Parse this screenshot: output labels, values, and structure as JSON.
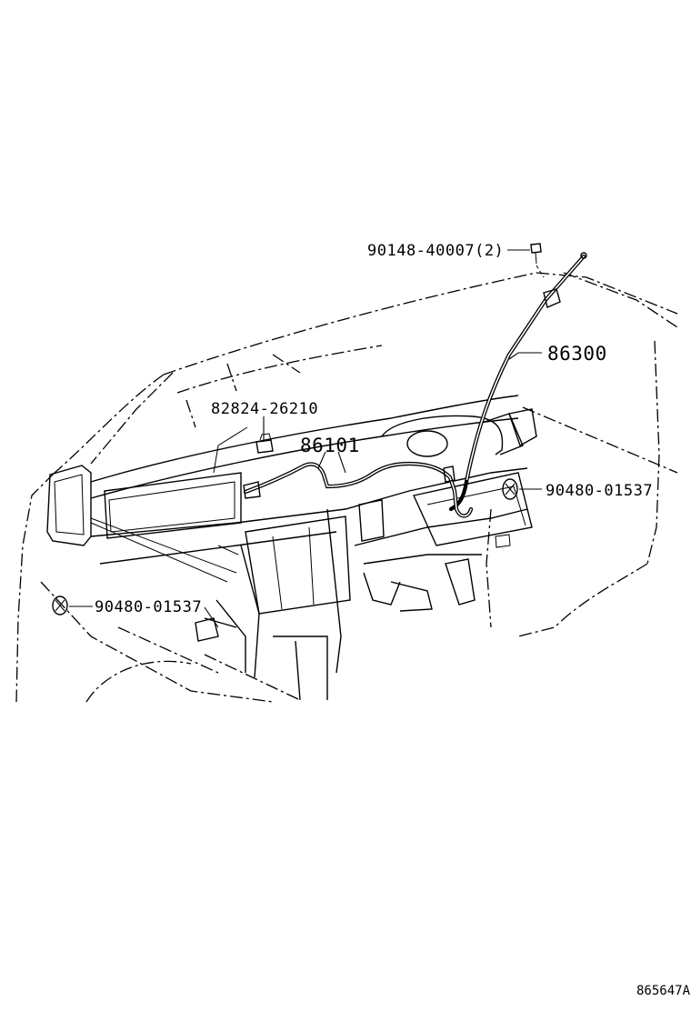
{
  "parts": {
    "bolt": "90148-40007(2)",
    "antenna_assembly": "86300",
    "clamp": "82824-26210",
    "antenna_cord": "86101",
    "clip_right": "90480-01537",
    "clip_left": "90480-01537"
  },
  "diagram_code": "865647A",
  "colors": {
    "line": "#000000",
    "background": "#ffffff"
  }
}
